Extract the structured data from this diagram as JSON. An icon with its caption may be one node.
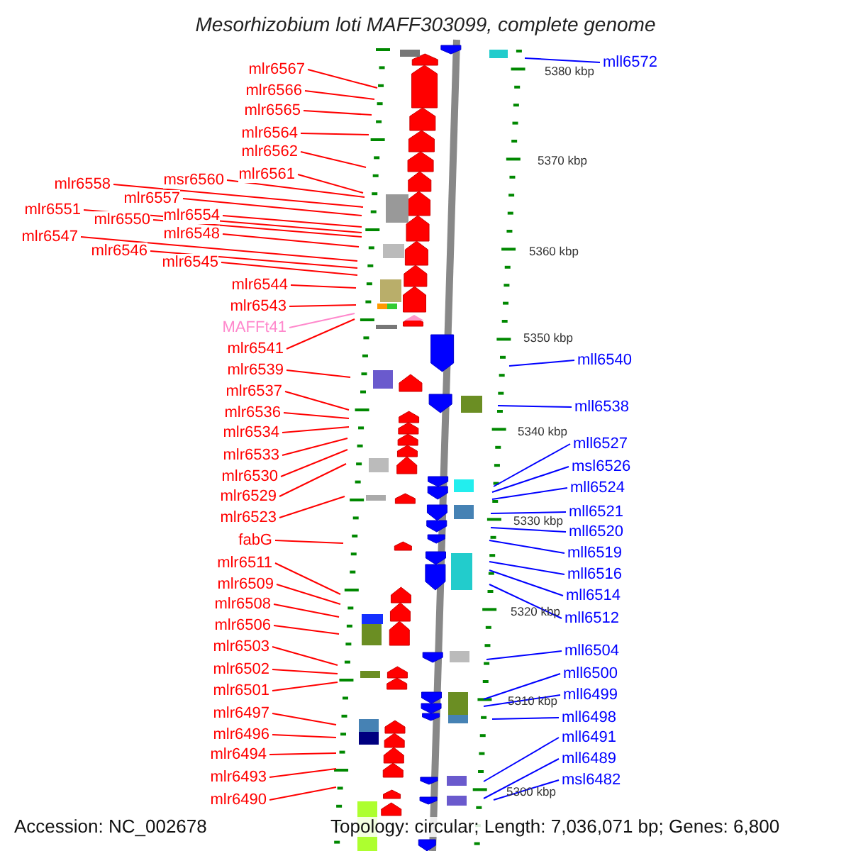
{
  "diagram": {
    "title": "Mesorhizobium loti MAFF303099, complete genome",
    "nodes": [
      {
        "text": [
          "mlr6567"
        ]
      },
      {
        "text": [
          "mlr6566"
        ]
      },
      {
        "text": [
          "mlr6565"
        ]
      },
      {
        "text": [
          "mlr6564"
        ]
      },
      {
        "text": [
          "mlr6562"
        ]
      },
      {
        "text": [
          "mlr6561"
        ]
      },
      {
        "text": [
          "msr6560"
        ]
      },
      {
        "text": [
          "mlr6558"
        ]
      },
      {
        "text": [
          "mlr6557"
        ]
      },
      {
        "text": [
          "mlr6554"
        ]
      },
      {
        "text": [
          "mlr6551"
        ]
      },
      {
        "text": [
          "mlr6550"
        ]
      },
      {
        "text": [
          "mlr6548"
        ]
      },
      {
        "text": [
          "mlr6547"
        ]
      },
      {
        "text": [
          "mlr6546"
        ]
      },
      {
        "text": [
          "mlr6545"
        ]
      },
      {
        "text": [
          "mlr6544"
        ]
      },
      {
        "text": [
          "mlr6543"
        ]
      },
      {
        "text": [
          "MAFFt41"
        ]
      },
      {
        "text": [
          "mlr6541"
        ]
      },
      {
        "text": [
          "mlr6539"
        ]
      },
      {
        "text": [
          "mlr6537"
        ]
      },
      {
        "text": [
          "mlr6536"
        ]
      },
      {
        "text": [
          "mlr6534"
        ]
      },
      {
        "text": [
          "mlr6533"
        ]
      },
      {
        "text": [
          "mlr6530"
        ]
      },
      {
        "text": [
          "mlr6529"
        ]
      },
      {
        "text": [
          "mlr6523"
        ]
      },
      {
        "text": [
          "fabG"
        ]
      },
      {
        "text": [
          "mlr6511"
        ]
      },
      {
        "text": [
          "mlr6509"
        ]
      },
      {
        "text": [
          "mlr6508"
        ]
      },
      {
        "text": [
          "mlr6506"
        ]
      },
      {
        "text": [
          "mlr6503"
        ]
      },
      {
        "text": [
          "mlr6502"
        ]
      },
      {
        "text": [
          "mlr6501"
        ]
      },
      {
        "text": [
          "mlr6497"
        ]
      },
      {
        "text": [
          "mlr6496"
        ]
      },
      {
        "text": [
          "mlr6494"
        ]
      },
      {
        "text": [
          "mlr6493"
        ]
      },
      {
        "text": [
          "mlr6490"
        ]
      },
      {
        "text": [
          "mll6572"
        ]
      },
      {
        "text": [
          "mll6540"
        ]
      },
      {
        "text": [
          "mll6538"
        ]
      },
      {
        "text": [
          "mll6527"
        ]
      },
      {
        "text": [
          "msl6526"
        ]
      },
      {
        "text": [
          "mll6524"
        ]
      },
      {
        "text": [
          "mll6521"
        ]
      },
      {
        "text": [
          "mll6520"
        ]
      },
      {
        "text": [
          "mll6519"
        ]
      },
      {
        "text": [
          "mll6516"
        ]
      },
      {
        "text": [
          "mll6514"
        ]
      },
      {
        "text": [
          "mll6512"
        ]
      },
      {
        "text": [
          "mll6504"
        ]
      },
      {
        "text": [
          "mll6500"
        ]
      },
      {
        "text": [
          "mll6499"
        ]
      },
      {
        "text": [
          "mll6498"
        ]
      },
      {
        "text": [
          "mll6491"
        ]
      },
      {
        "text": [
          "mll6489"
        ]
      },
      {
        "text": [
          "msl6482"
        ]
      }
    ],
    "edges": [
      {
        "from": 0,
        "to": null,
        "arrow": "none"
      },
      {
        "from": 1,
        "to": null,
        "arrow": "none"
      },
      {
        "from": 2,
        "to": null,
        "arrow": "none"
      },
      {
        "from": 3,
        "to": null,
        "arrow": "none"
      },
      {
        "from": 4,
        "to": null,
        "arrow": "none"
      },
      {
        "from": 5,
        "to": null,
        "arrow": "none"
      },
      {
        "from": 6,
        "to": null,
        "arrow": "none"
      },
      {
        "from": 7,
        "to": null,
        "arrow": "none"
      },
      {
        "from": 8,
        "to": null,
        "arrow": "none"
      },
      {
        "from": 9,
        "to": null,
        "arrow": "none"
      },
      {
        "from": 10,
        "to": null,
        "arrow": "none"
      },
      {
        "from": 11,
        "to": null,
        "arrow": "none"
      },
      {
        "from": 12,
        "to": null,
        "arrow": "none"
      },
      {
        "from": 13,
        "to": null,
        "arrow": "none"
      },
      {
        "from": 14,
        "to": null,
        "arrow": "none"
      },
      {
        "from": 15,
        "to": null,
        "arrow": "none"
      },
      {
        "from": 16,
        "to": null,
        "arrow": "none"
      },
      {
        "from": 17,
        "to": null,
        "arrow": "none"
      },
      {
        "from": 18,
        "to": null,
        "arrow": "none",
        "color": "#ff88cc"
      },
      {
        "from": 19,
        "to": null,
        "arrow": "none"
      },
      {
        "from": 20,
        "to": null,
        "arrow": "none"
      },
      {
        "from": 21,
        "to": null,
        "arrow": "none"
      },
      {
        "from": 22,
        "to": null,
        "arrow": "none"
      },
      {
        "from": 23,
        "to": null,
        "arrow": "none"
      },
      {
        "from": 24,
        "to": null,
        "arrow": "none"
      },
      {
        "from": 25,
        "to": null,
        "arrow": "none"
      },
      {
        "from": 26,
        "to": null,
        "arrow": "none"
      },
      {
        "from": 27,
        "to": null,
        "arrow": "none"
      },
      {
        "from": 28,
        "to": null,
        "arrow": "none"
      },
      {
        "from": 29,
        "to": null,
        "arrow": "none"
      },
      {
        "from": 30,
        "to": null,
        "arrow": "none"
      },
      {
        "from": 31,
        "to": null,
        "arrow": "none"
      },
      {
        "from": 32,
        "to": null,
        "arrow": "none"
      },
      {
        "from": 33,
        "to": null,
        "arrow": "none"
      },
      {
        "from": 34,
        "to": null,
        "arrow": "none"
      },
      {
        "from": 35,
        "to": null,
        "arrow": "none"
      },
      {
        "from": 36,
        "to": null,
        "arrow": "none"
      },
      {
        "from": 37,
        "to": null,
        "arrow": "none"
      },
      {
        "from": 38,
        "to": null,
        "arrow": "none"
      },
      {
        "from": 39,
        "to": null,
        "arrow": "none"
      },
      {
        "from": 40,
        "to": null,
        "arrow": "none"
      },
      {
        "from": 41,
        "to": null,
        "arrow": "none",
        "color": "#0000ff"
      },
      {
        "from": 42,
        "to": null,
        "arrow": "none",
        "color": "#0000ff"
      },
      {
        "from": 43,
        "to": null,
        "arrow": "none",
        "color": "#0000ff"
      },
      {
        "from": 44,
        "to": null,
        "arrow": "none",
        "color": "#0000ff"
      },
      {
        "from": 45,
        "to": null,
        "arrow": "none",
        "color": "#0000ff"
      },
      {
        "from": 46,
        "to": null,
        "arrow": "none",
        "color": "#0000ff"
      },
      {
        "from": 47,
        "to": null,
        "arrow": "none",
        "color": "#0000ff"
      },
      {
        "from": 48,
        "to": null,
        "arrow": "none",
        "color": "#0000ff"
      },
      {
        "from": 49,
        "to": null,
        "arrow": "none",
        "color": "#0000ff"
      },
      {
        "from": 50,
        "to": null,
        "arrow": "none",
        "color": "#0000ff"
      },
      {
        "from": 51,
        "to": null,
        "arrow": "none",
        "color": "#0000ff"
      },
      {
        "from": 52,
        "to": null,
        "arrow": "none",
        "color": "#0000ff"
      },
      {
        "from": 53,
        "to": null,
        "arrow": "none",
        "color": "#0000ff"
      },
      {
        "from": 54,
        "to": null,
        "arrow": "none",
        "color": "#0000ff"
      },
      {
        "from": 55,
        "to": null,
        "arrow": "none",
        "color": "#0000ff"
      },
      {
        "from": 56,
        "to": null,
        "arrow": "none",
        "color": "#0000ff"
      },
      {
        "from": 57,
        "to": null,
        "arrow": "none",
        "color": "#0000ff"
      },
      {
        "from": 58,
        "to": null,
        "arrow": "none",
        "color": "#0000ff"
      },
      {
        "from": 59,
        "to": null,
        "arrow": "none",
        "color": "#0000ff"
      }
    ],
    "labels": [
      "5380 kbp",
      "5370 kbp",
      "5360 kbp",
      "5350 kbp",
      "5340 kbp",
      "5330 kbp",
      "5320 kbp",
      "5310 kbp",
      "5300 kbp",
      "Accession: NC_002678",
      "Topology: circular; Length: 7,036,071 bp; Genes: 6,800"
    ]
  }
}
